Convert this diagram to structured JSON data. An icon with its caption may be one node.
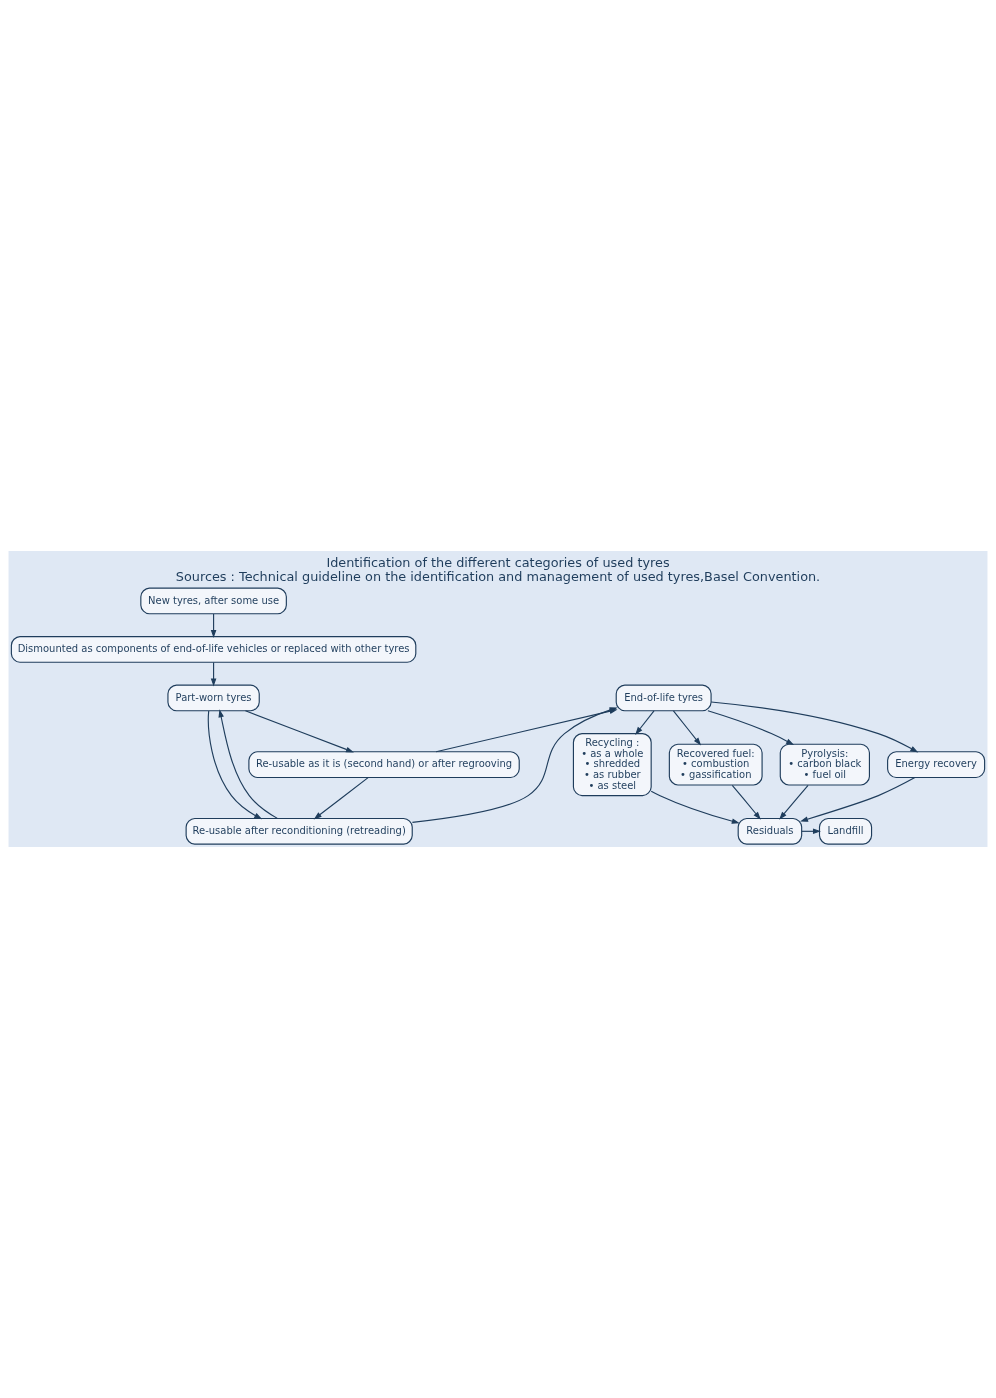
{
  "diagram": {
    "title": "Identification of the different categories of used tyres",
    "caption": "Sources : Technical guideline on the identification and management of used tyres,Basel Convention.",
    "nodes": [
      {
        "text": [
          "New tyres, after some use"
        ]
      },
      {
        "text": [
          "Dismounted as components of end-of-life vehicles or replaced with other tyres"
        ]
      },
      {
        "text": [
          "Part-worn tyres"
        ]
      },
      {
        "text": [
          "End-of-life tyres"
        ]
      },
      {
        "text": [
          "Re-usable as it is (second hand) or after regrooving"
        ]
      },
      {
        "text": [
          "Re-usable after reconditioning (retreading)"
        ]
      },
      {
        "text": [
          "Recycling :",
          "• as a whole",
          "• shredded",
          "• as rubber",
          "• as steel"
        ]
      },
      {
        "text": [
          "Recovered fuel:",
          "• combustion",
          "• gassification"
        ]
      },
      {
        "text": [
          "Pyrolysis:",
          "• carbon black",
          "• fuel oil"
        ]
      },
      {
        "text": [
          "Energy recovery"
        ]
      },
      {
        "text": [
          "Residuals"
        ]
      },
      {
        "text": [
          "Landfill"
        ]
      }
    ],
    "edges": [
      {
        "from": 0,
        "to": 1,
        "arrow": "to"
      },
      {
        "from": 1,
        "to": 2,
        "arrow": "to"
      },
      {
        "from": 2,
        "to": 4,
        "arrow": "to"
      },
      {
        "from": 5,
        "to": 2,
        "arrow": "to"
      },
      {
        "from": 2,
        "to": 5,
        "arrow": "to"
      },
      {
        "from": 4,
        "to": 3,
        "arrow": "to"
      },
      {
        "from": 4,
        "to": 5,
        "arrow": "to"
      },
      {
        "from": 5,
        "to": 3,
        "arrow": "to"
      },
      {
        "from": 3,
        "to": 6,
        "arrow": "to"
      },
      {
        "from": 3,
        "to": 7,
        "arrow": "to"
      },
      {
        "from": 3,
        "to": 8,
        "arrow": "to"
      },
      {
        "from": 3,
        "to": 9,
        "arrow": "to"
      },
      {
        "from": 6,
        "to": 10,
        "arrow": "to"
      },
      {
        "from": 7,
        "to": 10,
        "arrow": "to"
      },
      {
        "from": 8,
        "to": 10,
        "arrow": "to"
      },
      {
        "from": 9,
        "to": 10,
        "arrow": "to"
      },
      {
        "from": 10,
        "to": 11,
        "arrow": "to"
      }
    ]
  }
}
